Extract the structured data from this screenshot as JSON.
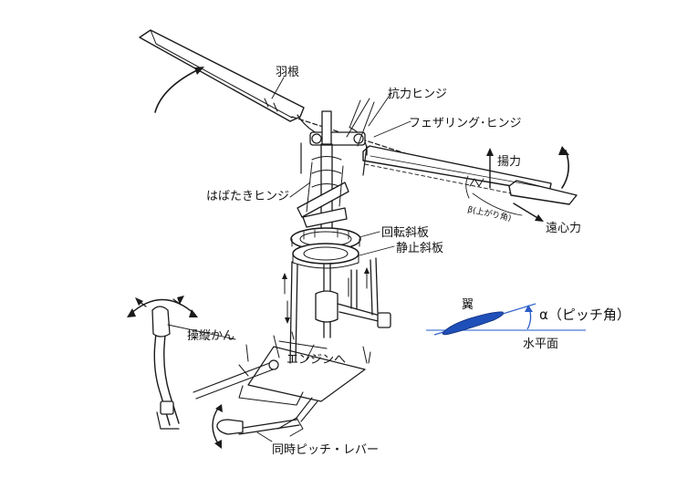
{
  "labels": {
    "rotor_blade": "羽根",
    "drag_hinge": "抗力ヒンジ",
    "feathering_hinge": "フェザリング･ヒンジ",
    "lift": "揚力",
    "flapping_hinge": "はばたきヒンジ",
    "coning_angle": "β(上がり角)",
    "centrifugal_force": "遠心力",
    "rotating_swashplate": "回転斜板",
    "stationary_swashplate": "静止斜板",
    "control_stick": "操縦かん",
    "engine": "エンジンへ",
    "collective_lever": "同時ピッチ・レバー"
  },
  "inset": {
    "wing": "翼",
    "pitch_angle": "α（ピッチ角）",
    "horizontal_plane": "水平面"
  },
  "colors": {
    "ink": "#1a1a1a",
    "airfoil_fill": "#1f4fb8",
    "pitch_arrow": "#2a5cc8",
    "horizontal_line": "#4a7ad6"
  }
}
